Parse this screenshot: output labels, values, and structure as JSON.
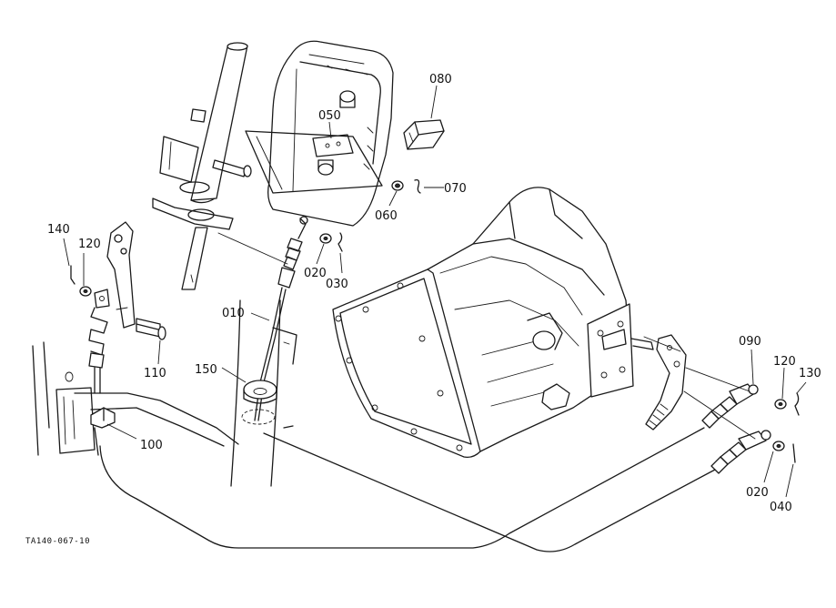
{
  "labels": {
    "p010": "010",
    "p020a": "020",
    "p020b": "020",
    "p030": "030",
    "p040": "040",
    "p050": "050",
    "p060": "060",
    "p070": "070",
    "p080": "080",
    "p090": "090",
    "p100": "100",
    "p110": "110",
    "p120a": "120",
    "p120b": "120",
    "p130": "130",
    "p140": "140",
    "p150": "150"
  },
  "figure_code": "TA140-067-10"
}
